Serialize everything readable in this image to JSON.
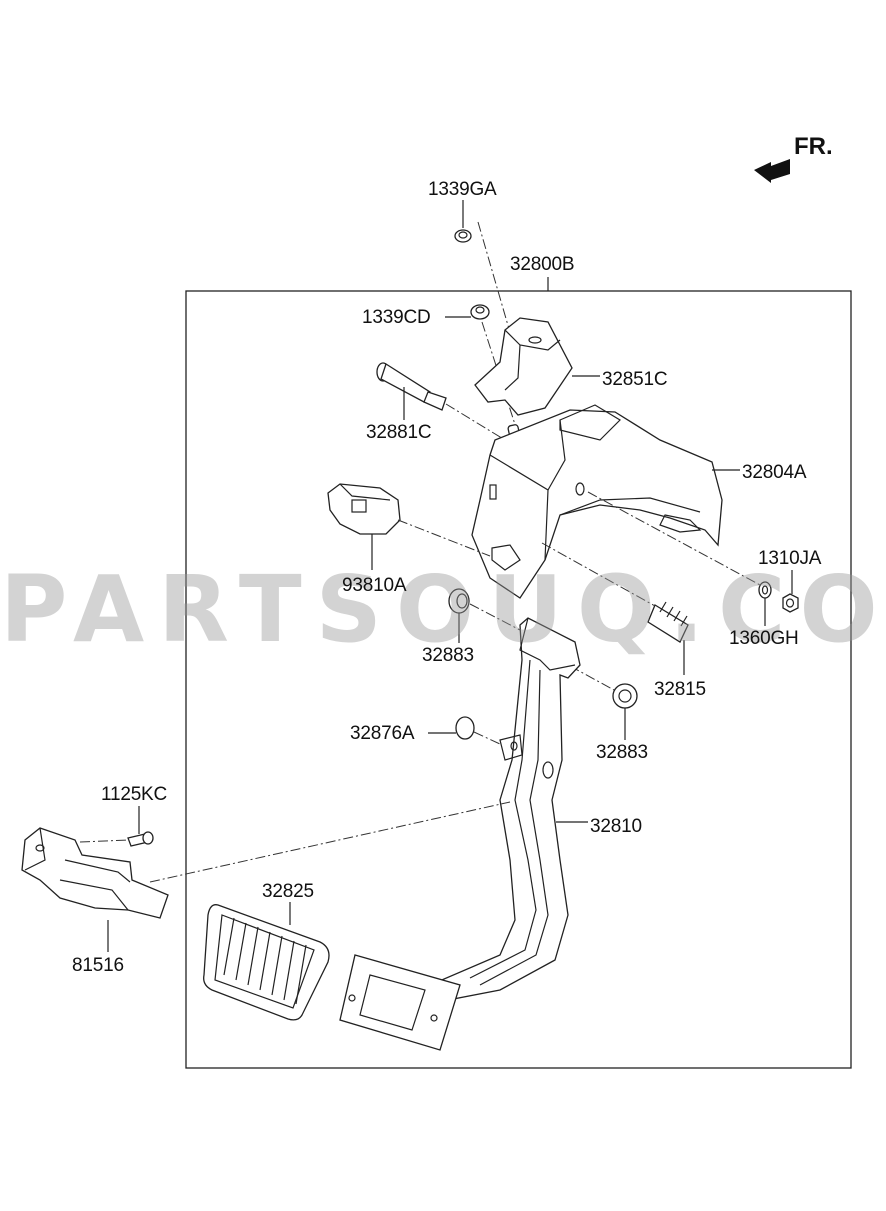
{
  "orientation": {
    "label": "FR."
  },
  "watermark": "PARTSOUQ.COM",
  "assembly_label": "32800B",
  "parts": {
    "p1339GA": "1339GA",
    "p1339CD": "1339CD",
    "p32851C": "32851C",
    "p32881C": "32881C",
    "p32804A": "32804A",
    "p93810A": "93810A",
    "p1310JA": "1310JA",
    "p1360GH": "1360GH",
    "p32883a": "32883",
    "p32883b": "32883",
    "p32815": "32815",
    "p32876A": "32876A",
    "p1125KC": "1125KC",
    "p32810": "32810",
    "p32825": "32825",
    "p81516": "81516"
  }
}
